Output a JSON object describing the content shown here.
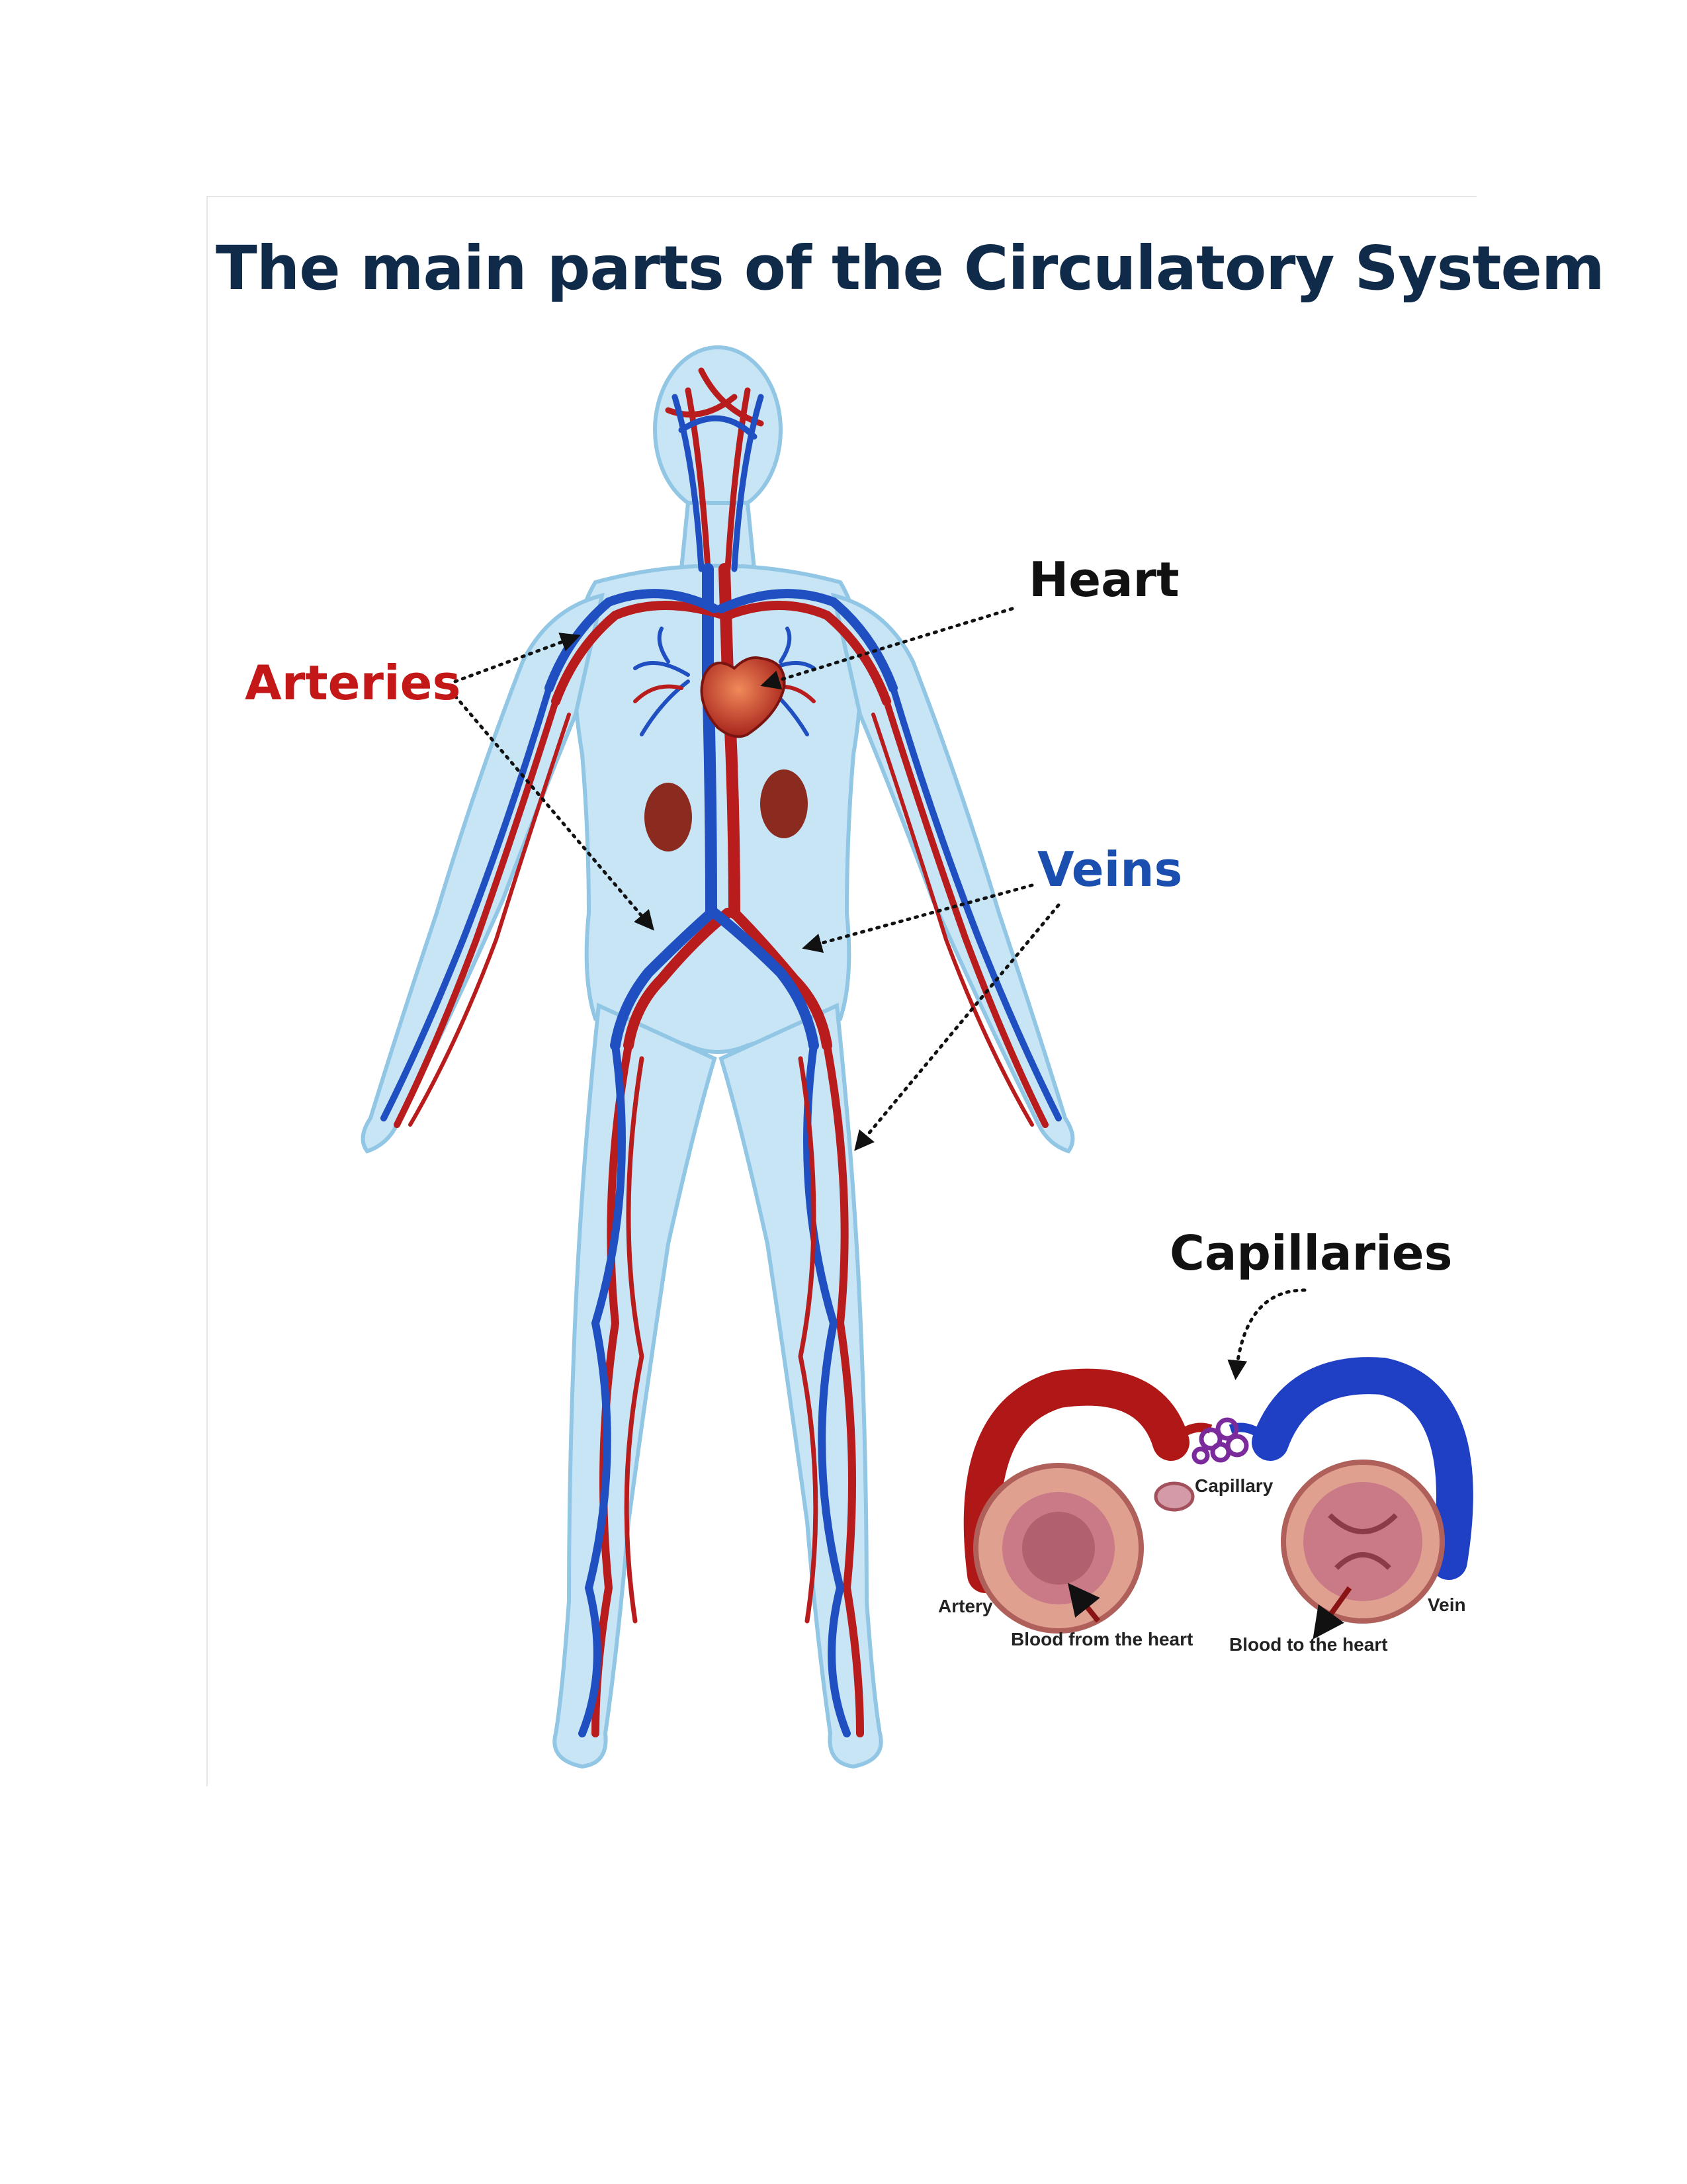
{
  "title": "The main parts of the Circulatory System",
  "labels": {
    "heart": "Heart",
    "arteries": "Arteries",
    "veins": "Veins",
    "capillaries": "Capillaries"
  },
  "inset_labels": {
    "capillary": "Capillary",
    "artery": "Artery",
    "vein": "Vein",
    "blood_from_heart": "Blood from the heart",
    "blood_to_heart": "Blood to the heart"
  },
  "colors": {
    "title": "#102a4a",
    "artery_red": "#c41818",
    "vein_blue": "#1a4fb0",
    "body": "#bfe0f4"
  }
}
